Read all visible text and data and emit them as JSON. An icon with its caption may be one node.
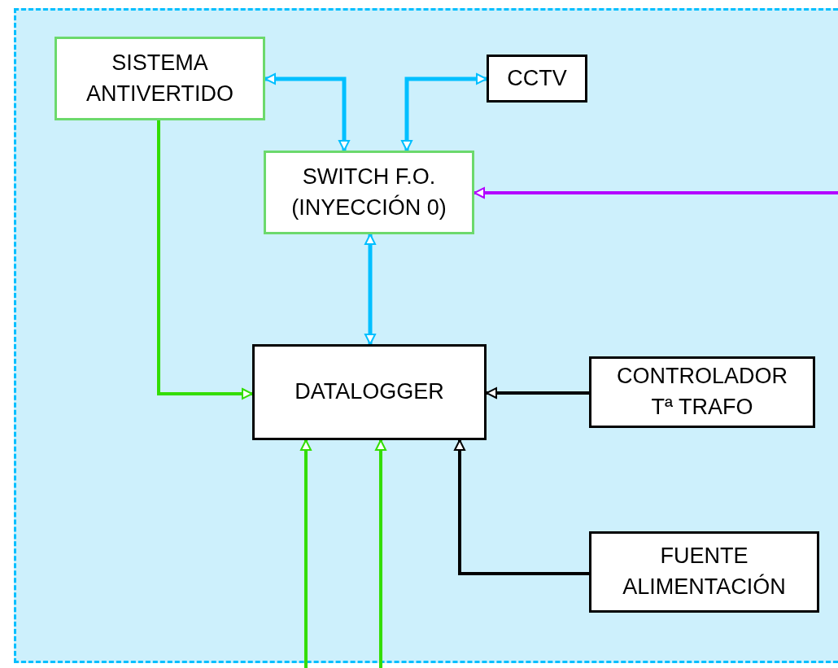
{
  "diagram": {
    "nodes": [
      {
        "text": [
          "SISTEMA ANTIVERTIDO"
        ]
      },
      {
        "text": [
          "CCTV"
        ]
      },
      {
        "text": [
          "SWITCH F.O. (INYECCIÓN 0)"
        ]
      },
      {
        "text": [
          "DATALOGGER"
        ]
      },
      {
        "text": [
          "CONTROLADOR Tª TRAFO"
        ]
      },
      {
        "text": [
          "FUENTE ALIMENTACIÓN"
        ]
      }
    ],
    "edges": [
      {
        "from": 0,
        "to": 2,
        "arrow": "both"
      },
      {
        "from": 2,
        "to": 1,
        "arrow": "both"
      },
      {
        "from": 2,
        "to": 3,
        "arrow": "both"
      },
      {
        "from": 0,
        "to": 3,
        "arrow": "to",
        "color": "#33dd00"
      },
      {
        "from": 4,
        "to": 3,
        "arrow": "to",
        "color": "#000000"
      },
      {
        "from": 5,
        "to": 3,
        "arrow": "to",
        "color": "#000000"
      },
      {
        "from": null,
        "to": 3,
        "arrow": "to",
        "color": "#33dd00"
      },
      {
        "from": null,
        "to": 3,
        "arrow": "to",
        "color": "#33dd00"
      },
      {
        "from": null,
        "to": 2,
        "arrow": "to",
        "color": "#b300ff"
      }
    ]
  }
}
